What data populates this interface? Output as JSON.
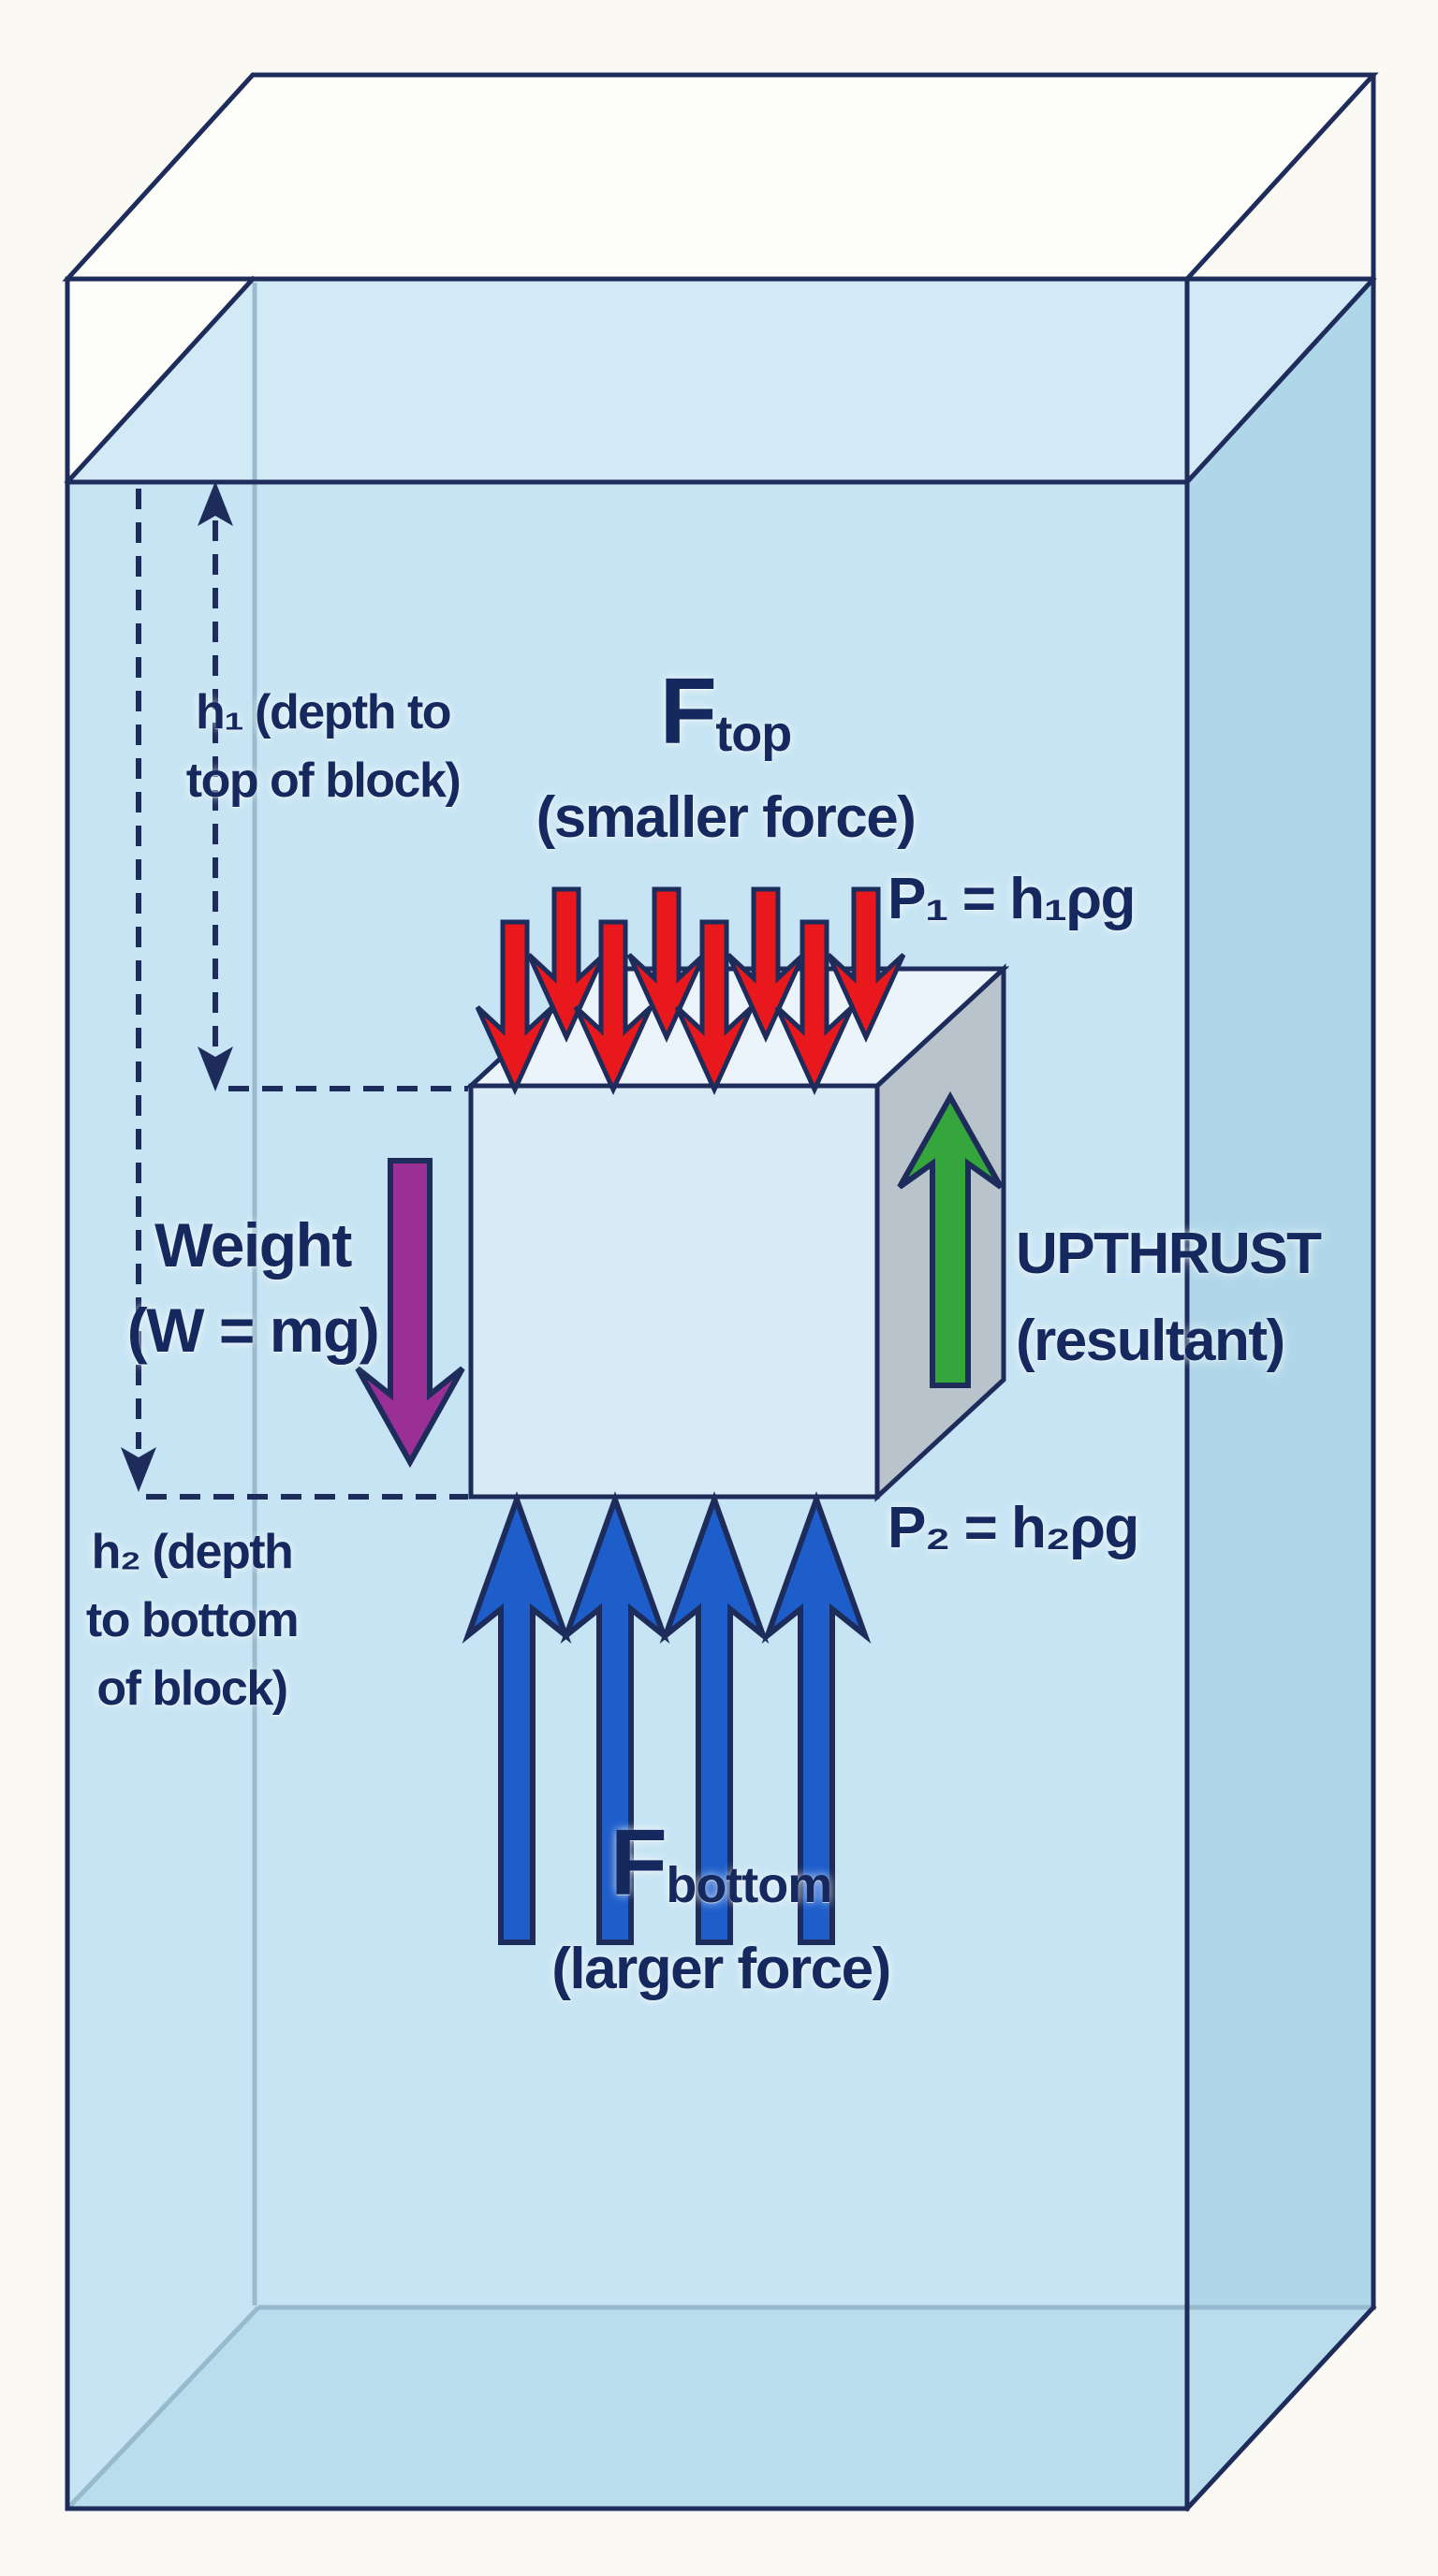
{
  "diagram": {
    "title_semantic": "Upthrust on a submerged block in a fluid",
    "colors": {
      "background": "#faf9f4",
      "outline_navy": "#1d2c5b",
      "text_navy": "#16295f",
      "water_surface_band": "#d2e9f6",
      "water_front_face": "#c6e4f3",
      "water_right_face": "#b0d7e9",
      "water_bottom_face": "#badded",
      "tank_top_face": "#fdfdfa",
      "block_front_face": "#d9ebf6",
      "block_top_face": "#eaf4fa",
      "block_right_face": "#b9c3cc",
      "top_pressure_arrows": "#e8181d",
      "bottom_pressure_arrows": "#1d5ecb",
      "weight_arrow": "#9a3096",
      "upthrust_arrow": "#35a63c"
    },
    "arrow_counts": {
      "top_pressure_down_arrows": 8,
      "bottom_pressure_up_arrows": 4,
      "weight_down_arrow": 1,
      "upthrust_up_arrow": 1
    }
  },
  "labels": {
    "h1": {
      "line1": "h₁ (depth to",
      "line2": "top of block)"
    },
    "f_top": {
      "symbol": "F",
      "subscript": "top",
      "caption": "(smaller force)"
    },
    "p1": "P₁ = h₁ρg",
    "weight": {
      "line1": "Weight",
      "line2": "(W = mg)"
    },
    "upthrust": {
      "line1": "UPTHRUST",
      "line2": "(resultant)"
    },
    "h2": {
      "line1": "h₂ (depth",
      "line2": "to bottom",
      "line3": "of block)"
    },
    "p2": "P₂ = h₂ρg",
    "f_bottom": {
      "symbol": "F",
      "subscript": "bottom",
      "caption": "(larger force)"
    }
  }
}
